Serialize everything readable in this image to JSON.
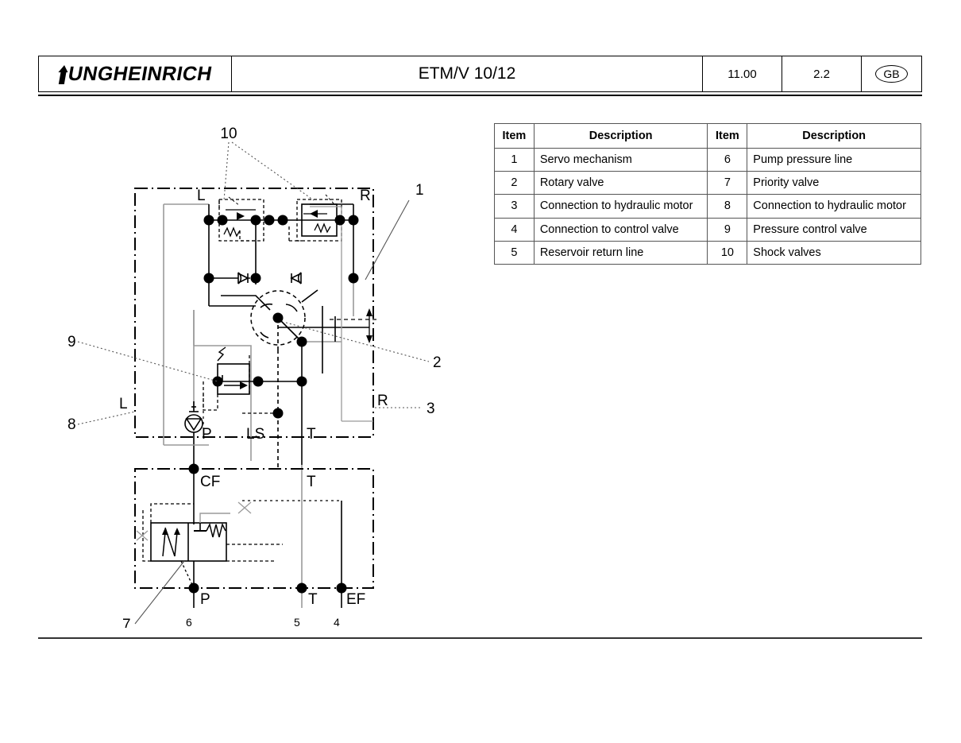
{
  "header": {
    "logo_text": "UNGHEINRICH",
    "logo_icon": "up-arrow-j-icon",
    "title": "ETM/V 10/12",
    "date_code": "11.00",
    "section_code": "2.2",
    "language_code": "GB"
  },
  "legend": {
    "columns": [
      "Item",
      "Description",
      "Item",
      "Description"
    ],
    "rows": [
      {
        "item_a": "1",
        "desc_a": "Servo mechanism",
        "item_b": "6",
        "desc_b": "Pump pressure line"
      },
      {
        "item_a": "2",
        "desc_a": "Rotary valve",
        "item_b": "7",
        "desc_b": "Priority valve"
      },
      {
        "item_a": "3",
        "desc_a": "Connection to hydraulic motor",
        "item_b": "8",
        "desc_b": "Connection to hydraulic motor"
      },
      {
        "item_a": "4",
        "desc_a": "Connection to control valve",
        "item_b": "9",
        "desc_b": "Pressure control valve"
      },
      {
        "item_a": "5",
        "desc_a": "Reservoir return line",
        "item_b": "10",
        "desc_b": "Shock valves"
      }
    ]
  },
  "diagram": {
    "title": "hydraulic-steering-circuit-schematic",
    "callouts": {
      "c1": "1",
      "c2": "2",
      "c3": "3",
      "c4": "4",
      "c5": "5",
      "c6": "6",
      "c7": "7",
      "c8": "8",
      "c9": "9",
      "c10": "10"
    },
    "ports": {
      "upper_left_L": "L",
      "upper_right_R": "R",
      "outer_left_L": "L",
      "outer_right_R": "R",
      "pump_P": "P",
      "load_sense_LS": "LS",
      "tank_T": "T",
      "control_flow_CF": "CF",
      "lower_tank_T": "T",
      "lower_pump_P": "P",
      "lower_tank_bottom_T": "T",
      "excess_flow_EF": "EF"
    }
  }
}
